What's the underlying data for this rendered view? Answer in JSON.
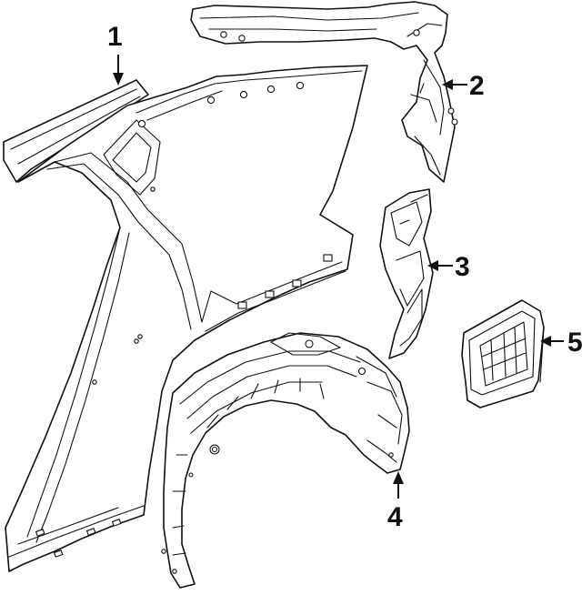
{
  "diagram": {
    "callouts": [
      {
        "id": "callout-1",
        "label": "1"
      },
      {
        "id": "callout-2",
        "label": "2"
      },
      {
        "id": "callout-3",
        "label": "3"
      },
      {
        "id": "callout-4",
        "label": "4"
      },
      {
        "id": "callout-5",
        "label": "5"
      }
    ],
    "colors": {
      "line": "#111111",
      "background": "#ffffff"
    }
  }
}
